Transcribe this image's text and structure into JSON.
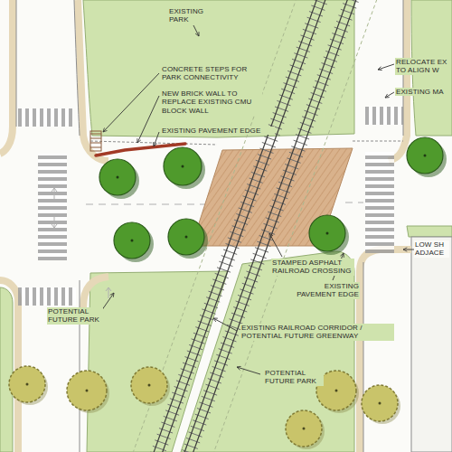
{
  "diagram": {
    "labels": [
      "EXISTING PARK",
      "CONCRETE STEPS FOR PARK CONNECTIVITY",
      "NEW BRICK WALL TO REPLACE EXISTING CMU BLOCK WALL",
      "EXISTING PAVEMENT EDGE",
      "RELOCATE EX TO ALIGN W",
      "EXISTING MA",
      "LOW SH ADJACE",
      "STAMPED ASPHALT RAILROAD CROSSING",
      "EXISTING PAVEMENT EDGE",
      "POTENTIAL FUTURE PARK",
      "EXISTING RAILROAD CORRIDOR / POTENTIAL FUTURE GREENWAY",
      "POTENTIAL FUTURE PARK"
    ]
  }
}
